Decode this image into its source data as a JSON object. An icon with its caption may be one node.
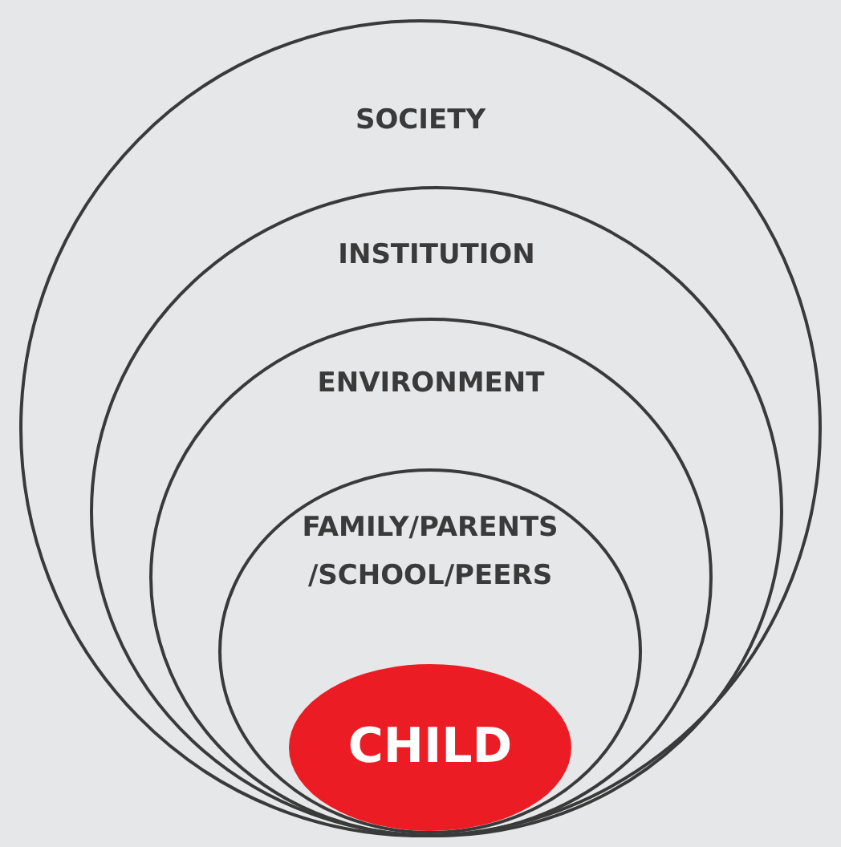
{
  "diagram": {
    "nodes": [
      {
        "text": [
          "SOCIETY"
        ]
      },
      {
        "text": [
          "INSTITUTION"
        ],
        "in": 0
      },
      {
        "text": [
          "ENVIRONMENT"
        ],
        "in": 1
      },
      {
        "text": [
          "FAMILY/PARENTS /SCHOOL/PEERS"
        ],
        "in": 2
      },
      {
        "text": [
          "CHILD"
        ],
        "in": 3
      }
    ],
    "edges": []
  }
}
